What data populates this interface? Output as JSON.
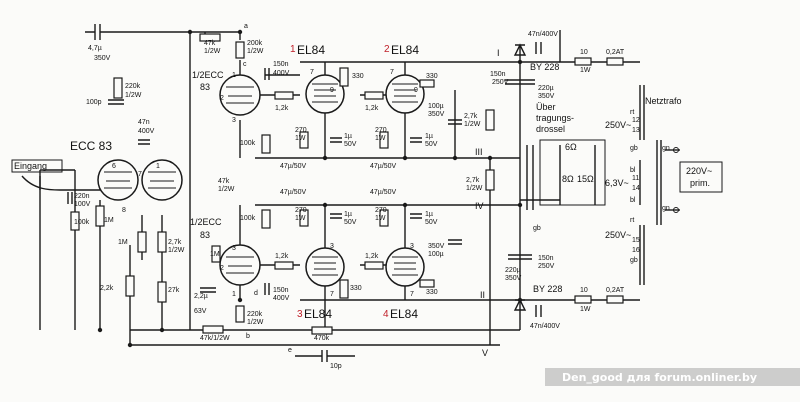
{
  "labels": {
    "ecc83_left": "ECC 83",
    "half_ecc83_top_a": "1/2ECC",
    "half_ecc83_top_b": "83",
    "half_ecc83_bot_a": "1/2ECC",
    "half_ecc83_bot_b": "83",
    "el84_1": "EL84",
    "el84_2": "EL84",
    "el84_3": "EL84",
    "el84_4": "EL84",
    "n1": "1",
    "n2": "2",
    "n3": "3",
    "n4": "4",
    "eingang": "Eingang",
    "netztrafo": "Netztrafo",
    "prim_a": "220V~",
    "prim_b": "prim.",
    "sec_top": "250V~",
    "sec_mid": "6,3V~",
    "sec_bot": "250V~",
    "uebertr_a": "Über",
    "uebertr_b": "tragungs-",
    "uebertr_c": "drossel",
    "ohm8": "8Ω",
    "ohm15": "15Ω",
    "ohm6": "6Ω",
    "by228_top": "BY 228",
    "by228_bot": "BY 228",
    "r_a": "a",
    "r_b": "b",
    "r_c": "c",
    "r_d": "d",
    "r_e": "e",
    "roman_I": "I",
    "roman_II": "II",
    "roman_III": "III",
    "roman_IV": "IV",
    "roman_V": "V",
    "watermark": "Den_good для forum.onliner.by"
  },
  "values": {
    "c_in": "4,7µ",
    "c_in_v": "350V",
    "r220k": "220k",
    "r_half_w": "1/2W",
    "c100p": "100p",
    "c47n": "47n",
    "c400v": "400V",
    "c220n": "220n",
    "c100v": "100V",
    "r100k": "100k",
    "r1m": "1M",
    "r22k": "2,2k",
    "r27k": "27k",
    "r47k": "47k",
    "r200k": "200k",
    "c150n": "150n",
    "r12k": "1,2k",
    "r270": "270",
    "r1w": "1W",
    "c1u": "1µ",
    "c50v": "50V",
    "c47u50v": "47µ/50V",
    "r330": "330",
    "c100u": "100µ",
    "c350v": "350V",
    "r27k_1_2": "2,7k",
    "c150n250": "150n",
    "c250v": "250V",
    "c220u": "220µ",
    "r10": "10",
    "f02at": "0,2AT",
    "c47n400": "47n/400V",
    "c22u": "2,2µ",
    "c63v": "63V",
    "r470k": "470k",
    "c10p": "10p",
    "r47k_half": "47k/1/2W",
    "pin1": "1",
    "pin2": "2",
    "pin3": "3",
    "pin6": "6",
    "pin7": "7",
    "pin8": "8",
    "pin9": "9",
    "rt": "rt",
    "gn": "gn",
    "bl": "bl",
    "gb": "gb",
    "t11": "11",
    "t12": "12",
    "t13": "13",
    "t14": "14",
    "t15": "15",
    "t16": "16"
  }
}
